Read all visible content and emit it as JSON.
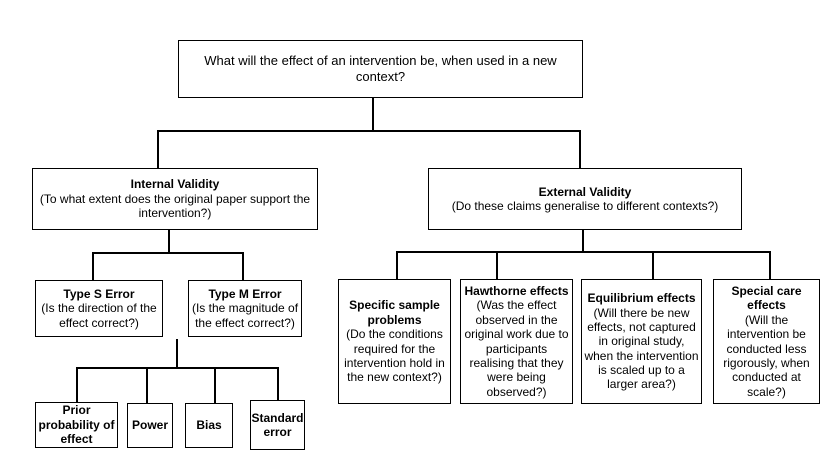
{
  "colors": {
    "page_background": "#ffffff",
    "box_background": "#ffffff",
    "box_border": "#000000",
    "connector": "#000000",
    "text": "#000000"
  },
  "nodes": {
    "root": {
      "text": "What will the effect of an intervention be, when used in a new context?"
    },
    "internal_validity": {
      "title": "Internal Validity",
      "desc": "(To what extent does the original paper support the intervention?)"
    },
    "external_validity": {
      "title": "External Validity",
      "desc": "(Do these claims generalise to different contexts?)"
    },
    "type_s_error": {
      "title": "Type S Error",
      "desc": "(Is the direction of the effect correct?)"
    },
    "type_m_error": {
      "title": "Type M Error",
      "desc": "(Is the magnitude of the effect correct?)"
    },
    "prior_probability": {
      "title": "Prior probability of effect"
    },
    "power": {
      "title": "Power"
    },
    "bias": {
      "title": "Bias"
    },
    "standard_error": {
      "title": "Standard error"
    },
    "specific_sample": {
      "title": "Specific sample problems",
      "desc": "(Do the conditions required for the intervention hold in the new context?)"
    },
    "hawthorne": {
      "title": "Hawthorne effects",
      "desc": "(Was the effect observed in the original work due to participants realising that they were being observed?)"
    },
    "equilibrium": {
      "title": "Equilibrium effects",
      "desc": "(Will there be new effects, not captured in original study, when the intervention is scaled up to a larger area?)"
    },
    "special_care": {
      "title": "Special care effects",
      "desc": "(Will the intervention be conducted less rigorously, when conducted at scale?)"
    }
  }
}
